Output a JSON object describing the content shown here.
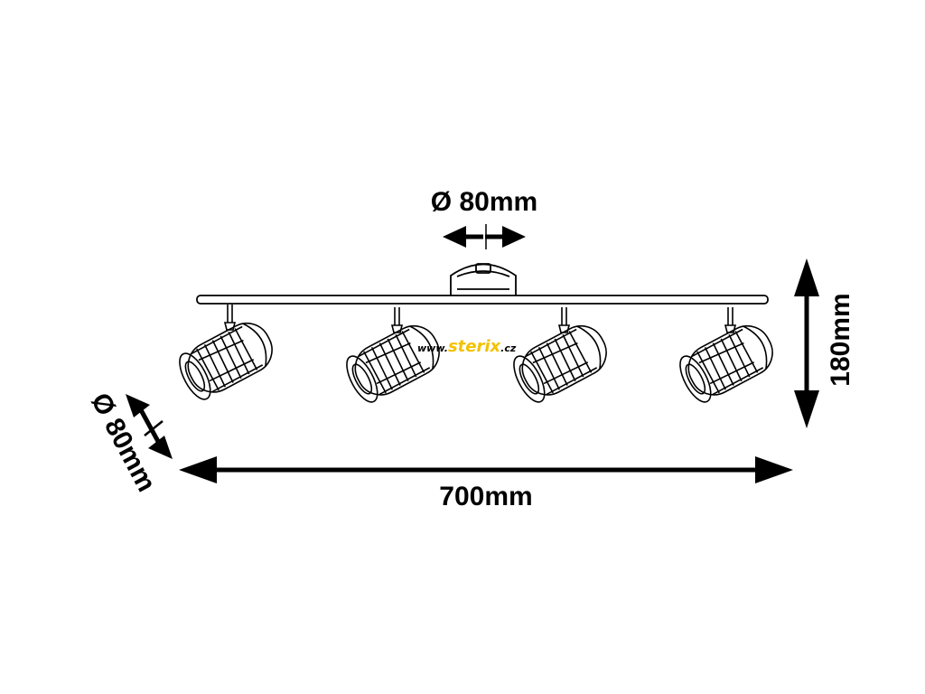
{
  "dimensions": {
    "canopy_diameter": "Ø 80mm",
    "height": "180mm",
    "total_width": "700mm",
    "spot_diameter": "Ø 80mm"
  },
  "watermark": {
    "prefix": "www.",
    "brand": "sterix",
    "suffix": ".cz",
    "colors": {
      "prefix": "#000000",
      "brand": "#f2c200",
      "suffix": "#000000"
    }
  },
  "colors": {
    "line": "#000000",
    "background": "#ffffff"
  }
}
